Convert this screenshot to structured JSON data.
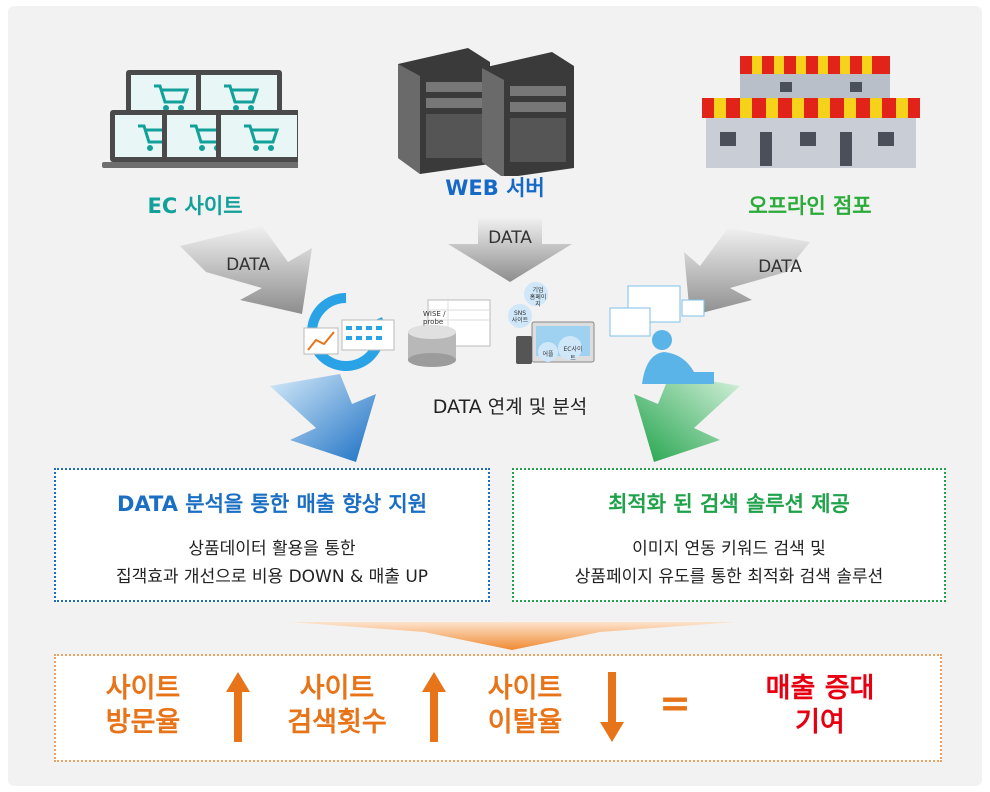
{
  "sources": {
    "ec": {
      "label": "EC 사이트",
      "icon": "shopping-cart-laptops-icon",
      "color": "#12a19a"
    },
    "web": {
      "label": "WEB 서버",
      "icon": "server-tower-icon",
      "color": "#1569c7"
    },
    "offline": {
      "label": "오프라인 점포",
      "icon": "storefront-icon",
      "color": "#2bab3a"
    }
  },
  "flow_labels": {
    "left": "DATA",
    "center": "DATA",
    "right": "DATA"
  },
  "analysis": {
    "label": "DATA 연계 및 분석",
    "icons": {
      "wise_probe_top": "WISE /",
      "wise_probe_bottom": "probe",
      "bubble_corp_1": "기업",
      "bubble_corp_2": "홈페이지",
      "bubble_sns_1": "SNS",
      "bubble_sns_2": "사이트",
      "bubble_ec": "EC사이트",
      "bubble_app": "어플"
    }
  },
  "boxes": {
    "left": {
      "title": "DATA 분석을 통한 매출 향상 지원",
      "line1": "상품데이터 활용을 통한",
      "line2": "집객효과 개선으로 비용 DOWN & 매출 UP",
      "color": "#1a6fc4"
    },
    "right": {
      "title": "최적화 된 검색 솔루션 제공",
      "line1": "이미지 연동 키워드 검색 및",
      "line2": "상품페이지 유도를 통한 최적화 검색 솔루션",
      "color": "#1fa24a"
    }
  },
  "results": {
    "m1": {
      "line1": "사이트",
      "line2": "방문율",
      "arrow": "up"
    },
    "m2": {
      "line1": "사이트",
      "line2": "검색횟수",
      "arrow": "up"
    },
    "m3": {
      "line1": "사이트",
      "line2": "이탈율",
      "arrow": "down"
    },
    "equals": "=",
    "outcome": {
      "line1": "매출 증대",
      "line2": "기여"
    },
    "accent": "#e8741a",
    "outcome_color": "#e60012"
  }
}
